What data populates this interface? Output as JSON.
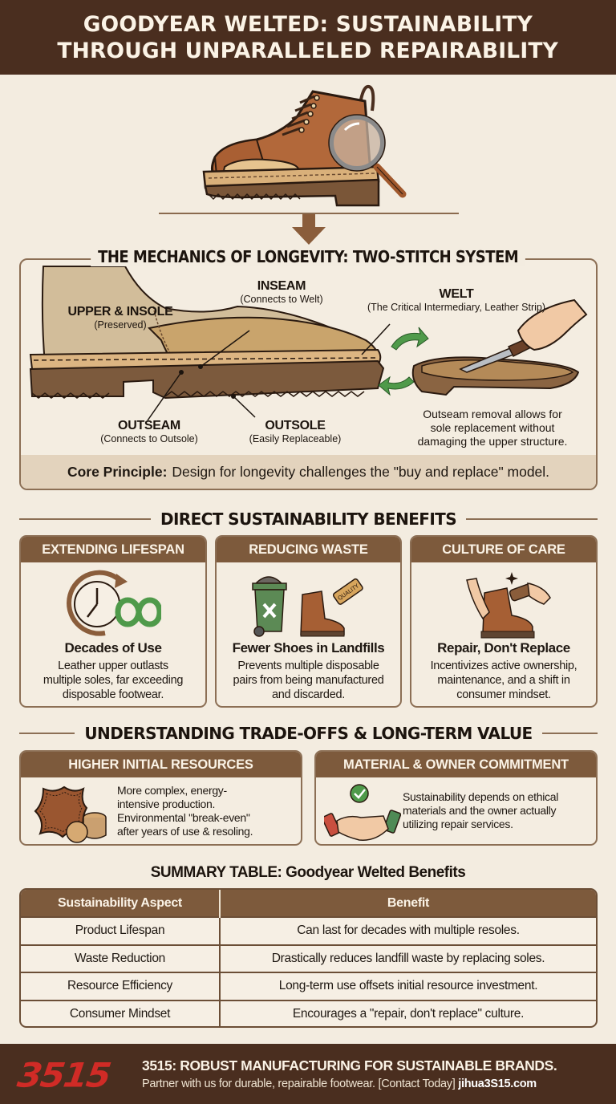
{
  "header": {
    "title_line1": "GOODYEAR WELTED: SUSTAINABILITY",
    "title_line2": "THROUGH UNPARALLELED REPAIRABILITY"
  },
  "hero": {
    "illustration": "boot-with-magnifying-glass",
    "icons": [
      "boot-icon",
      "magnifying-glass-icon",
      "arrow-down-icon"
    ]
  },
  "mechanics": {
    "title": "THE MECHANICS OF LONGEVITY: TWO-STITCH SYSTEM",
    "labels": {
      "upper": {
        "heading": "UPPER & INSOLE",
        "sub": "(Preserved)"
      },
      "inseam": {
        "heading": "INSEAM",
        "sub": "(Connects to Welt)"
      },
      "welt": {
        "heading": "WELT",
        "sub": "(The Critical Intermediary, Leather Strip)"
      },
      "outseam": {
        "heading": "OUTSEAM",
        "sub": "(Connects to Outsole)"
      },
      "outsole": {
        "heading": "OUTSOLE",
        "sub": "(Easily Replaceable)"
      }
    },
    "removal_note": [
      "Outseam removal allows for",
      "sole replacement without",
      "damaging the upper structure."
    ],
    "core_principle": {
      "label": "Core Principle:",
      "text": "Design for longevity challenges the \"buy and replace\" model."
    }
  },
  "benefits": {
    "title": "DIRECT SUSTAINABILITY BENEFITS",
    "cards": [
      {
        "header": "EXTENDING LIFESPAN",
        "icon": "clock-infinity-icon",
        "title": "Decades of Use",
        "lines": [
          "Leather upper outlasts",
          "multiple soles, far exceeding",
          "disposable footwear."
        ]
      },
      {
        "header": "REDUCING WASTE",
        "icon": "trash-bin-boot-icon",
        "tag_text": "QUALITY",
        "title": "Fewer Shoes in Landfills",
        "lines": [
          "Prevents multiple disposable",
          "pairs from being manufactured",
          "and discarded."
        ]
      },
      {
        "header": "CULTURE OF CARE",
        "icon": "boot-brushing-icon",
        "title": "Repair, Don't Replace",
        "lines": [
          "Incentivizes active ownership,",
          "maintenance, and a shift in",
          "consumer mindset."
        ]
      }
    ]
  },
  "tradeoffs": {
    "title": "UNDERSTANDING TRADE-OFFS & LONG-TERM VALUE",
    "cards": [
      {
        "header": "HIGHER INITIAL RESOURCES",
        "icon": "leather-hide-cork-icon",
        "lines": [
          "More complex, energy-",
          "intensive production.",
          "Environmental \"break-even\"",
          "after years of use & resoling."
        ]
      },
      {
        "header": "MATERIAL & OWNER COMMITMENT",
        "icon": "handshake-check-icon",
        "lines": [
          "Sustainability depends on ethical",
          "materials and the owner actually",
          "utilizing repair services."
        ]
      }
    ]
  },
  "summary": {
    "title": "SUMMARY TABLE: Goodyear Welted Benefits",
    "columns": [
      "Sustainability Aspect",
      "Benefit"
    ],
    "rows": [
      [
        "Product Lifespan",
        "Can last for decades with multiple resoles."
      ],
      [
        "Waste Reduction",
        "Drastically reduces landfill waste by replacing soles."
      ],
      [
        "Resource Efficiency",
        "Long-term use offsets initial resource investment."
      ],
      [
        "Consumer Mindset",
        "Encourages a \"repair, don't replace\" culture."
      ]
    ]
  },
  "footer": {
    "logo": "3515",
    "headline": "3515: ROBUST MANUFACTURING FOR SUSTAINABLE BRANDS.",
    "tagline": "Partner with us for durable, repairable footwear. [Contact Today]",
    "website": "jihua3S15.com"
  },
  "colors": {
    "header_bg": "#4a2e1f",
    "page_bg": "#f3ece0",
    "card_header": "#7d5a3c",
    "border": "#8c6f55",
    "logo_red": "#d02b26",
    "accent_green": "#4f9a4a"
  }
}
